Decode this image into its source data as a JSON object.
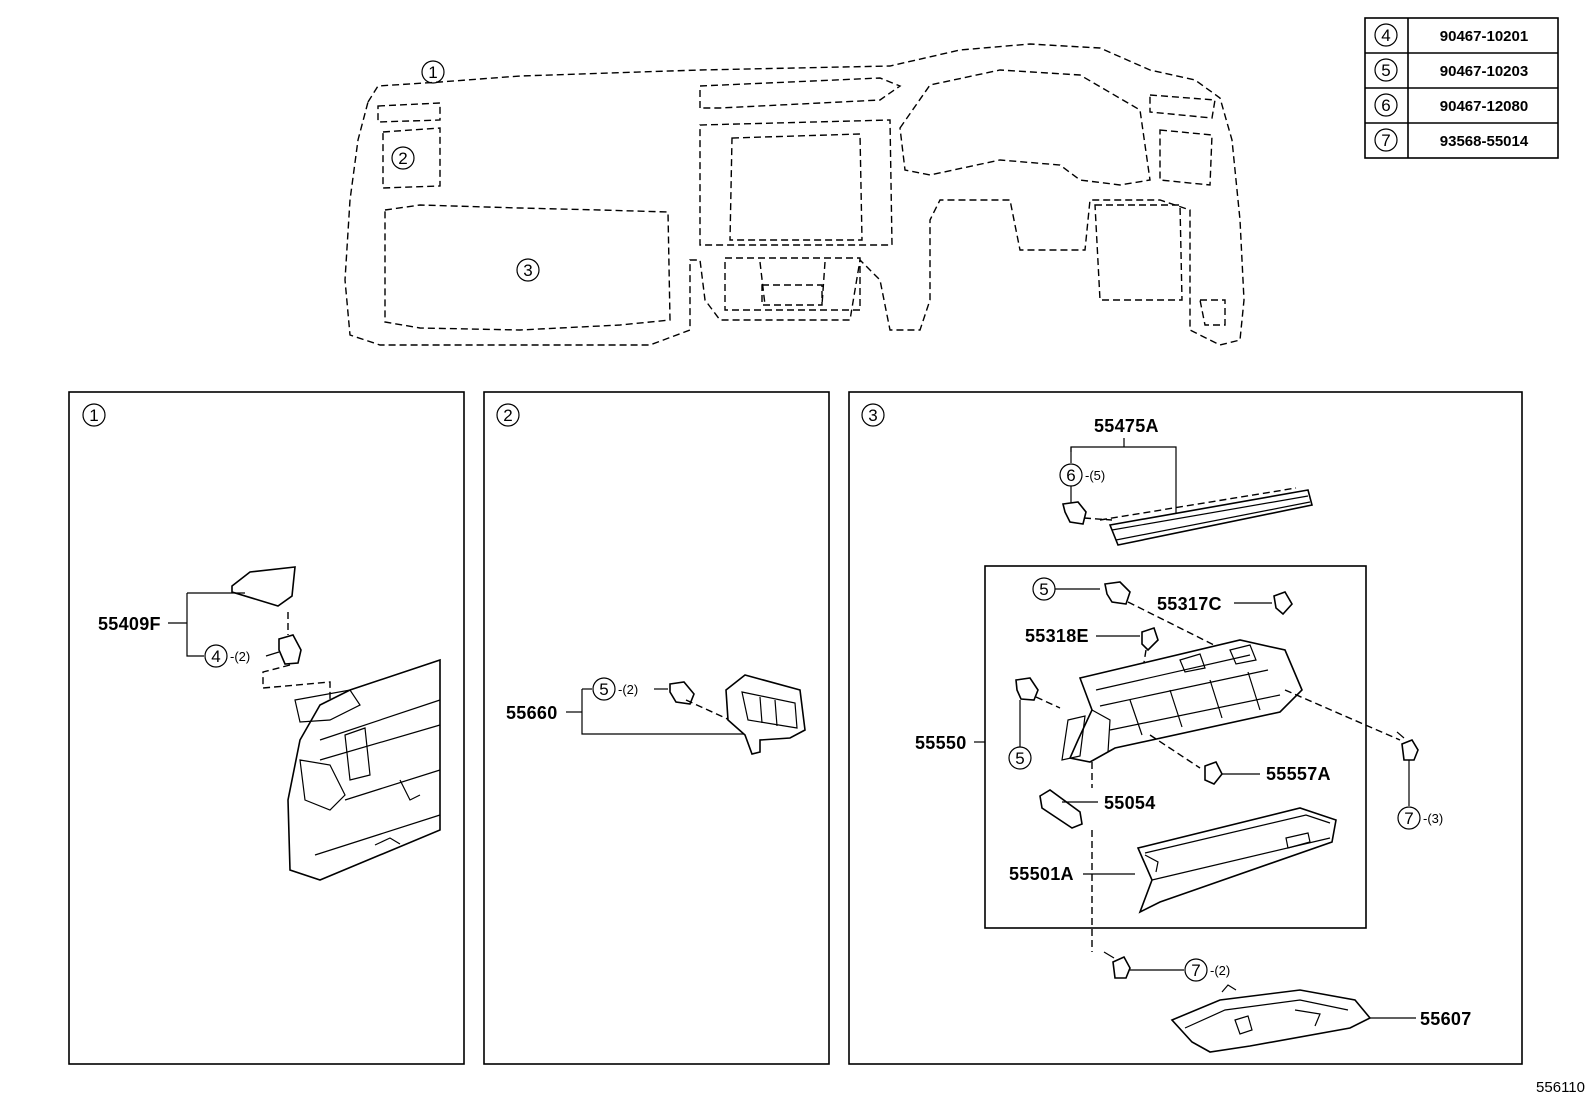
{
  "reference_table": [
    {
      "marker": "4",
      "part_number": "90467-10201"
    },
    {
      "marker": "5",
      "part_number": "90467-10203"
    },
    {
      "marker": "6",
      "part_number": "90467-12080"
    },
    {
      "marker": "7",
      "part_number": "93568-55014"
    }
  ],
  "overview": {
    "markers": [
      "1",
      "2",
      "3"
    ]
  },
  "panels": {
    "p1": {
      "marker": "1",
      "callouts": {
        "part_55409F": "55409F",
        "fastener_marker": "4",
        "fastener_qty": "-(2)"
      }
    },
    "p2": {
      "marker": "2",
      "callouts": {
        "part_55660": "55660",
        "fastener_marker": "5",
        "fastener_qty": "-(2)"
      }
    },
    "p3": {
      "marker": "3",
      "callouts": {
        "part_55475A": "55475A",
        "m6": "6",
        "m6_qty": "-(5)",
        "m5_top": "5",
        "part_55317C": "55317C",
        "part_55318E": "55318E",
        "part_55550": "55550",
        "m5_left": "5",
        "part_55557A": "55557A",
        "part_55054": "55054",
        "part_55501A": "55501A",
        "m7_right": "7",
        "m7_right_qty": "-(3)",
        "m7_bottom": "7",
        "m7_bottom_qty": "-(2)",
        "part_55607": "55607"
      }
    }
  },
  "figure_id": "556110"
}
